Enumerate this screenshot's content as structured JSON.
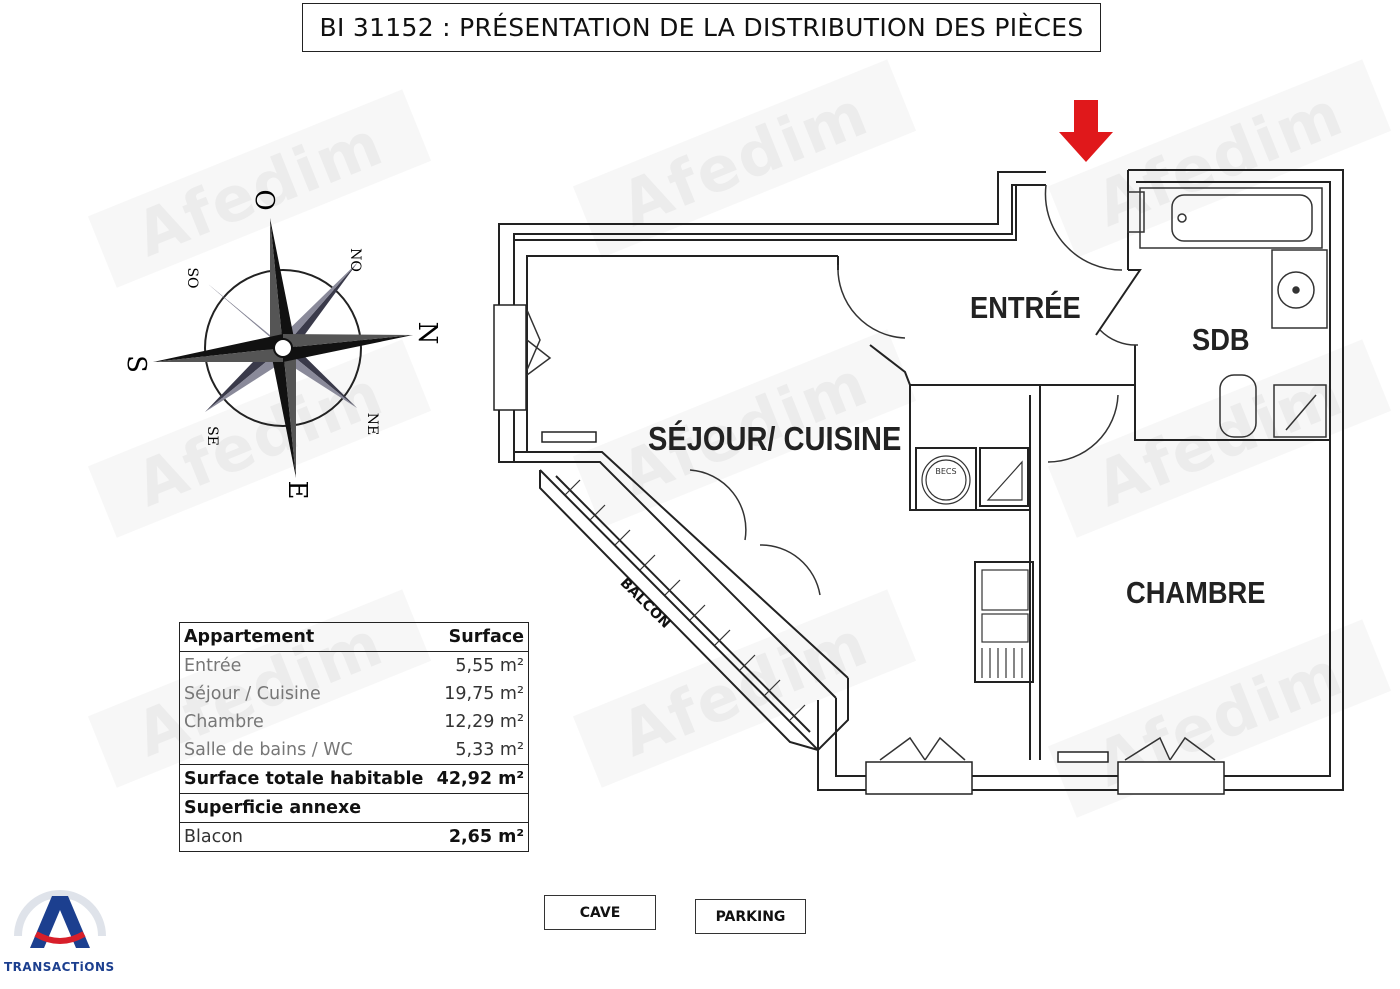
{
  "title": "BI 31152 : PRÉSENTATION DE LA DISTRIBUTION DES PIÈCES",
  "watermark": "Afedim",
  "compass": {
    "n": "N",
    "s": "S",
    "o": "O",
    "e": "E",
    "no": "NO",
    "so": "SO",
    "ne": "NE",
    "se": "SE"
  },
  "rooms": {
    "entree": "ENTRÉE",
    "sdb": "SDB",
    "sejour": "SÉJOUR/ CUISINE",
    "chambre": "CHAMBRE",
    "balcon": "BALCON",
    "becs": "BECS"
  },
  "table": {
    "header": {
      "label": "Appartement",
      "value": "Surface"
    },
    "rows": [
      {
        "label": "Entrée",
        "value": "5,55 m²"
      },
      {
        "label": "Séjour / Cuisine",
        "value": "19,75 m²"
      },
      {
        "label": "Chambre",
        "value": "12,29 m²"
      },
      {
        "label": "Salle de bains / WC",
        "value": "5,33 m²"
      }
    ],
    "total": {
      "label": "Surface totale habitable",
      "value": "42,92 m²"
    },
    "annex_header": "Superficie annexe",
    "annex": {
      "label": "Blacon",
      "value": "2,65 m²"
    }
  },
  "buttons": {
    "cave": "CAVE",
    "parking": "PARKING"
  },
  "logo": {
    "text": "TRANSACTiONS",
    "letter": "A"
  },
  "colors": {
    "arrow": "#e0181b",
    "logo_blue": "#1c3f8f",
    "logo_red": "#d81f2a"
  }
}
